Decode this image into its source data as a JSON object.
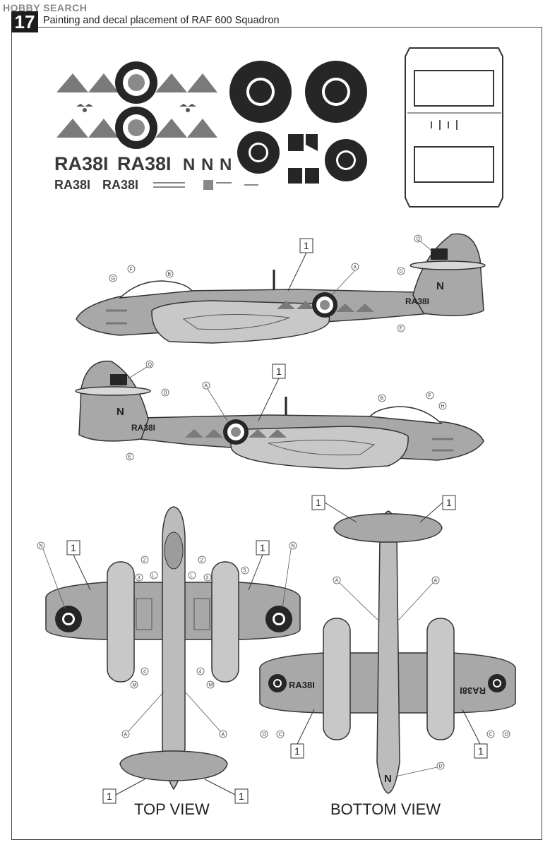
{
  "header": {
    "watermark": "HOBBY SEARCH",
    "step_number": "17",
    "title": "Painting and decal placement of RAF 600 Squadron"
  },
  "decal_sheet": {
    "serial_large": "RA38I",
    "serial_small": "RA38I",
    "code_letter": "N"
  },
  "callouts": {
    "paint_number": "1",
    "letters": [
      "A",
      "B",
      "C",
      "D",
      "E",
      "F",
      "G",
      "H",
      "L",
      "M",
      "N",
      "O",
      "Q"
    ],
    "numbers": [
      "2",
      "3",
      "4",
      "5"
    ]
  },
  "aircraft": {
    "serial": "RA38I",
    "code": "N"
  },
  "views": {
    "top": "TOP VIEW",
    "bottom": "BOTTOM VIEW"
  },
  "colors": {
    "aircraft_grey": "#a8a8a8",
    "light_grey": "#c8c8c8",
    "roundel_dark": "#262626",
    "band_grey": "#7a7a7a",
    "line": "#333333"
  }
}
